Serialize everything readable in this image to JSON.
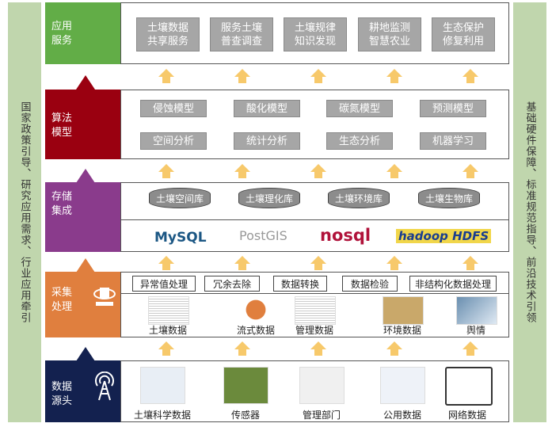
{
  "left_bar": "国家政策引导、研究应用需求、行业应用牵引",
  "right_bar": "基础硬件保障、标准规范指导、前沿技术引领",
  "colors": {
    "app": "#62ad47",
    "algo": "#9a0010",
    "storage": "#8a3b8c",
    "collect": "#e07f3e",
    "source": "#13214f",
    "arrow": "#f7c96b",
    "side": "#c0d6ad"
  },
  "layers": {
    "app": {
      "label": [
        "应用",
        "服务"
      ],
      "icon": "network-icon",
      "items": [
        [
          "土壤数据",
          "共享服务"
        ],
        [
          "服务土壤",
          "普查调查"
        ],
        [
          "土壤规律",
          "知识发现"
        ],
        [
          "耕地监测",
          "智慧农业"
        ],
        [
          "生态保护",
          "修复利用"
        ]
      ]
    },
    "algo": {
      "label": [
        "算法",
        "模型"
      ],
      "icon": "brain-head-icon",
      "row1": [
        "侵蚀模型",
        "酸化模型",
        "碳氮模型",
        "预测模型"
      ],
      "row2": [
        "空间分析",
        "统计分析",
        "生态分析",
        "机器学习"
      ]
    },
    "storage": {
      "label": [
        "存储",
        "集成"
      ],
      "icon": "database-server-icon",
      "dbs": [
        "土壤空间库",
        "土壤理化库",
        "土壤环境库",
        "土壤生物库"
      ],
      "logos": [
        "MySQL",
        "PostGIS",
        "nosql",
        "hadoop HDFS"
      ]
    },
    "collect": {
      "label": [
        "采集",
        "处理"
      ],
      "icon": "computer-sync-icon",
      "steps": [
        "异常值处理",
        "冗余去除",
        "数据转换",
        "数据检验",
        "非结构化数据处理"
      ],
      "data": [
        "土壤数据",
        "流式数据",
        "管理数据",
        "环境数据",
        "舆情"
      ]
    },
    "source": {
      "label": [
        "数据",
        "源头"
      ],
      "icon": "antenna-icon",
      "items": [
        "土壤科学数据",
        "传感器",
        "管理部门",
        "公用数据",
        "网络数据"
      ]
    }
  }
}
